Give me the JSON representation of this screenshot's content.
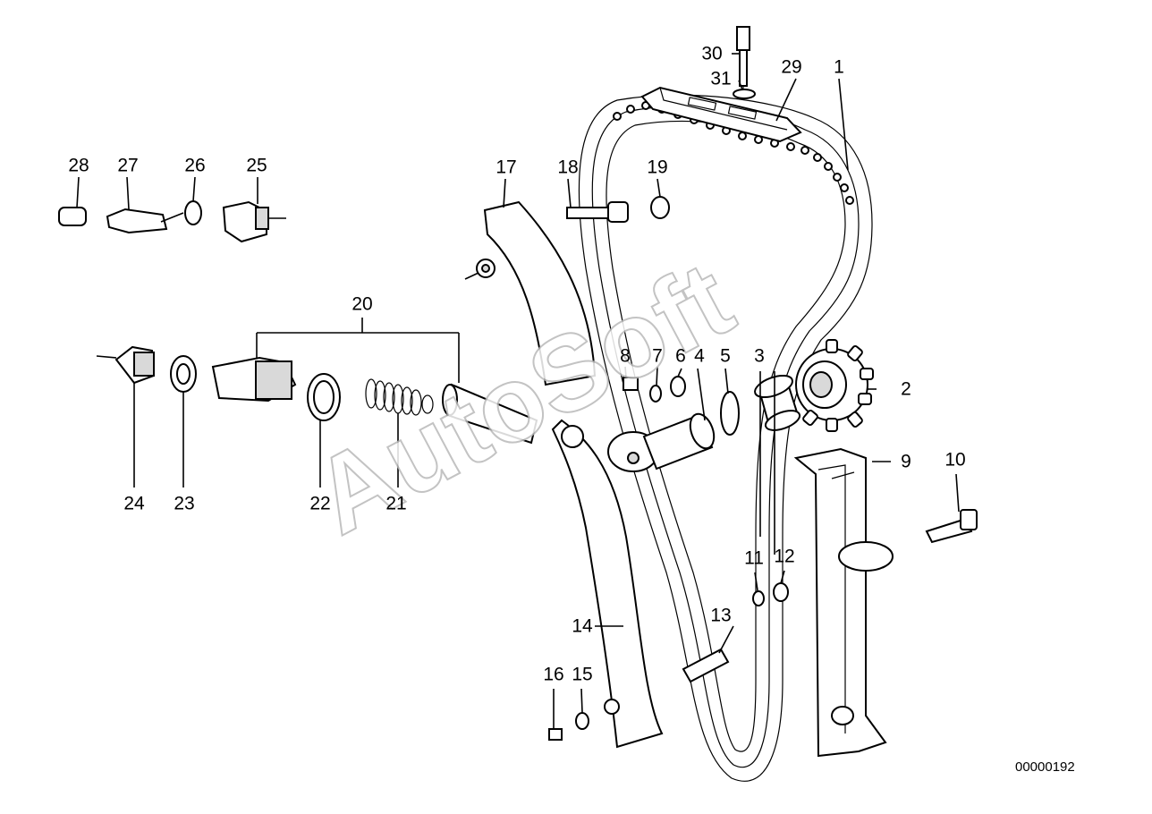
{
  "diagram": {
    "part_labels": [
      "1",
      "2",
      "3",
      "4",
      "5",
      "6",
      "7",
      "8",
      "9",
      "10",
      "11",
      "12",
      "13",
      "14",
      "15",
      "16",
      "17",
      "18",
      "19",
      "20",
      "21",
      "22",
      "23",
      "24",
      "25",
      "26",
      "27",
      "28",
      "29",
      "30",
      "31"
    ],
    "watermark": "AutoSoft",
    "drawing_code": "00000192"
  }
}
